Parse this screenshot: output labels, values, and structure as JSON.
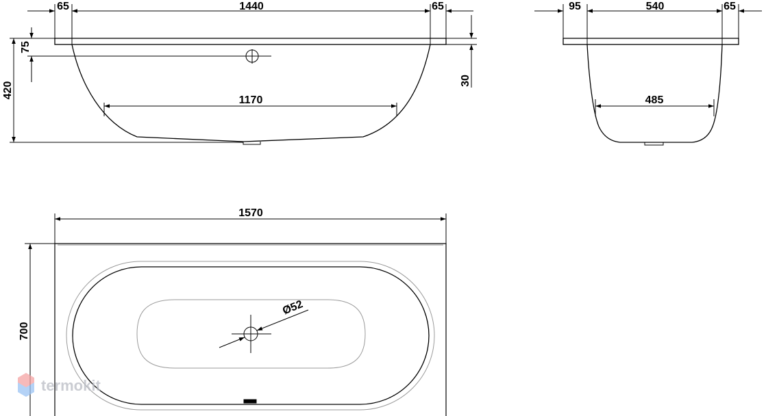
{
  "side_view": {
    "dimensions": {
      "rim_left": "65",
      "inner_length": "1440",
      "rim_right": "65",
      "drain_offset": "75",
      "total_height": "420",
      "rim_thickness": "30",
      "bottom_length": "1170"
    }
  },
  "end_view": {
    "dimensions": {
      "rim_left": "95",
      "inner_width": "540",
      "rim_right": "65",
      "bottom_width": "485"
    }
  },
  "top_view": {
    "dimensions": {
      "total_length": "1570",
      "total_width": "700",
      "drain_diameter": "Ø52"
    }
  },
  "watermark": {
    "text": "termokit",
    "logo_colors": [
      "#f26b6b",
      "#6aa9f0"
    ]
  }
}
